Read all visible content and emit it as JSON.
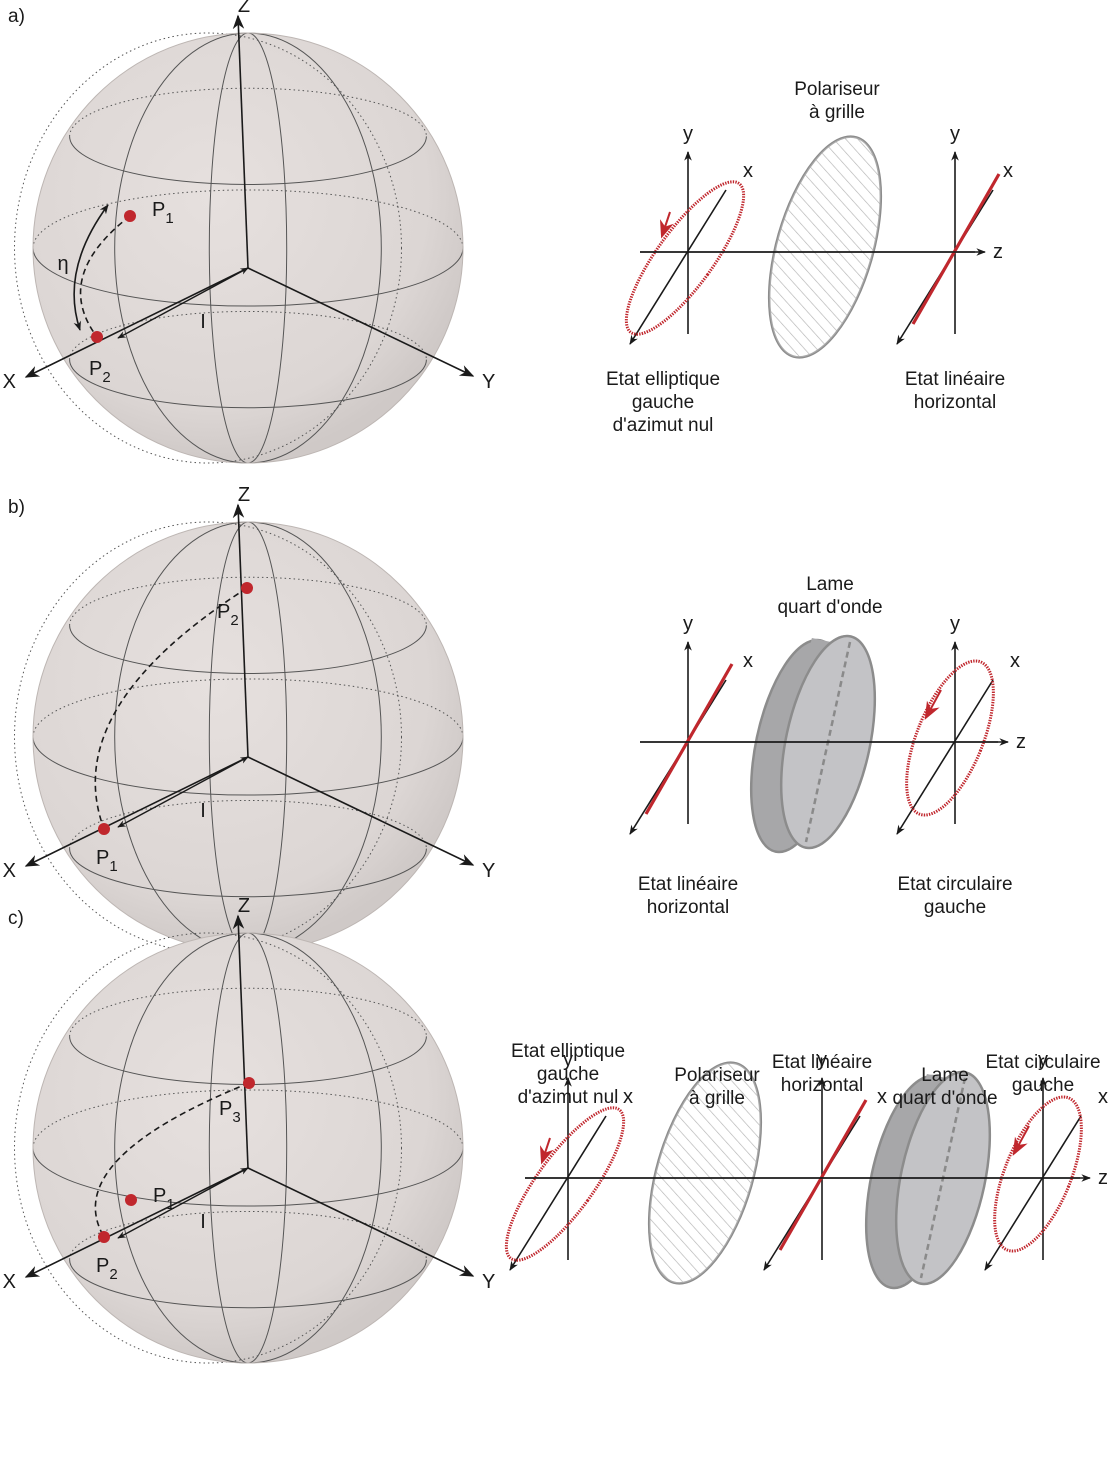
{
  "panels": [
    {
      "tag": "a)",
      "sphere": {
        "Z": "Z",
        "X": "X",
        "Y": "Y",
        "I": "I",
        "eta": "η",
        "points": [
          {
            "main": "P",
            "sub": "1"
          },
          {
            "main": "P",
            "sub": "2"
          }
        ]
      },
      "elements": [
        {
          "kind": "ellipse",
          "y": "y",
          "x": "x",
          "caption": [
            "Etat elliptique",
            "gauche",
            "d'azimut nul"
          ]
        },
        {
          "kind": "polarizer",
          "title": [
            "Polariseur",
            "à grille"
          ]
        },
        {
          "kind": "line",
          "y": "y",
          "x": "x",
          "z": "z",
          "caption": [
            "Etat linéaire",
            "horizontal"
          ]
        }
      ]
    },
    {
      "tag": "b)",
      "sphere": {
        "Z": "Z",
        "X": "X",
        "Y": "Y",
        "I": "I",
        "points": [
          {
            "main": "P",
            "sub": "2"
          },
          {
            "main": "P",
            "sub": "1"
          }
        ]
      },
      "elements": [
        {
          "kind": "line",
          "y": "y",
          "x": "x",
          "caption": [
            "Etat linéaire",
            "horizontal"
          ]
        },
        {
          "kind": "waveplate",
          "title": [
            "Lame",
            "quart d'onde"
          ]
        },
        {
          "kind": "circle",
          "y": "y",
          "x": "x",
          "z": "z",
          "caption": [
            "Etat circulaire",
            "gauche"
          ]
        }
      ]
    },
    {
      "tag": "c)",
      "sphere": {
        "Z": "Z",
        "X": "X",
        "Y": "Y",
        "I": "I",
        "points": [
          {
            "main": "P",
            "sub": "3"
          },
          {
            "main": "P",
            "sub": "1"
          },
          {
            "main": "P",
            "sub": "2"
          }
        ]
      },
      "elements": [
        {
          "kind": "ellipse",
          "y": "y",
          "x": "x",
          "caption": [
            "Etat elliptique",
            "gauche",
            "d'azimut nul"
          ]
        },
        {
          "kind": "polarizer",
          "title": [
            "Polariseur",
            "à grille"
          ]
        },
        {
          "kind": "line",
          "y": "y",
          "x": "x",
          "caption": [
            "Etat linéaire",
            "horizontal"
          ]
        },
        {
          "kind": "waveplate",
          "title": [
            "Lame",
            "quart d'onde"
          ]
        },
        {
          "kind": "circle",
          "y": "y",
          "x": "x",
          "z": "z",
          "caption": [
            "Etat circulaire",
            "gauche"
          ]
        }
      ]
    }
  ]
}
